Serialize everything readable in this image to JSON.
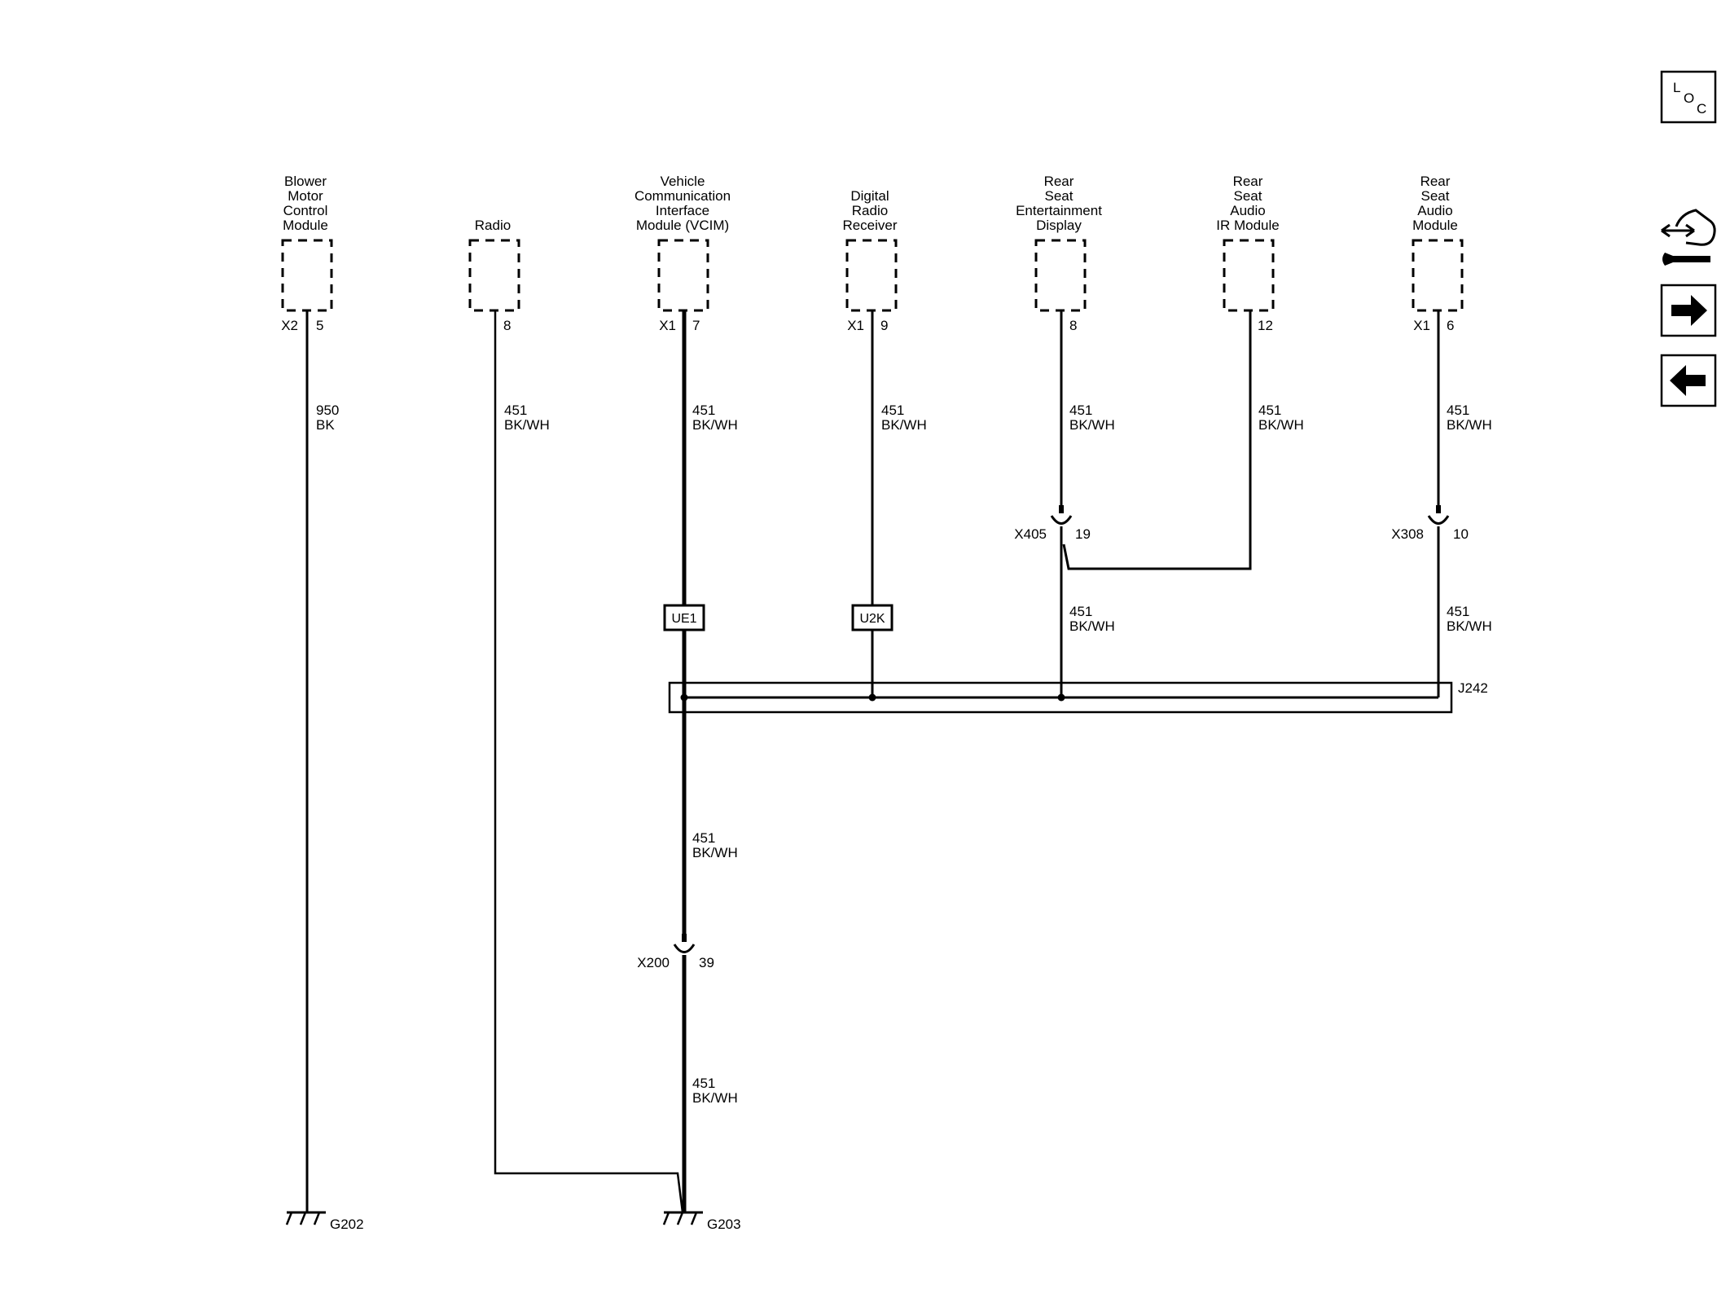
{
  "modules": [
    {
      "id": "bmcm",
      "label": [
        "Blower",
        "Motor",
        "Control",
        "Module"
      ],
      "connector": "X2",
      "pin": "5"
    },
    {
      "id": "radio",
      "label": [
        "Radio"
      ],
      "connector": "",
      "pin": "8"
    },
    {
      "id": "vcim",
      "label": [
        "Vehicle",
        "Communication",
        "Interface",
        "Module (VCIM)"
      ],
      "connector": "X1",
      "pin": "7"
    },
    {
      "id": "drr",
      "label": [
        "Digital",
        "Radio",
        "Receiver"
      ],
      "connector": "X1",
      "pin": "9"
    },
    {
      "id": "rsed",
      "label": [
        "Rear",
        "Seat",
        "Entertainment",
        "Display"
      ],
      "connector": "",
      "pin": "8"
    },
    {
      "id": "rsair",
      "label": [
        "Rear",
        "Seat",
        "Audio",
        "IR Module"
      ],
      "connector": "",
      "pin": "12"
    },
    {
      "id": "rsam",
      "label": [
        "Rear",
        "Seat",
        "Audio",
        "Module"
      ],
      "connector": "X1",
      "pin": "6"
    }
  ],
  "wire_labels": {
    "bmcm": [
      "950",
      "BK"
    ],
    "radio": [
      "451",
      "BK/WH"
    ],
    "vcim": [
      "451",
      "BK/WH"
    ],
    "drr": [
      "451",
      "BK/WH"
    ],
    "rsed": [
      "451",
      "BK/WH"
    ],
    "rsair": [
      "451",
      "BK/WH"
    ],
    "rsam": [
      "451",
      "BK/WH"
    ],
    "x405_out": [
      "451",
      "BK/WH"
    ],
    "x308_out": [
      "451",
      "BK/WH"
    ],
    "vcim_below_splice": [
      "451",
      "BK/WH"
    ],
    "vcim_below_x200": [
      "451",
      "BK/WH"
    ]
  },
  "inline_connectors": {
    "x405": {
      "name": "X405",
      "pin": "19"
    },
    "x308": {
      "name": "X308",
      "pin": "10"
    },
    "x200": {
      "name": "X200",
      "pin": "39"
    }
  },
  "boxes": {
    "ue1": "UE1",
    "u2k": "U2K"
  },
  "splice": "J242",
  "grounds": {
    "g202": "G202",
    "g203": "G203"
  },
  "side_icons": [
    "loc-icon",
    "tools-hand-icon",
    "next-arrow-icon",
    "prev-arrow-icon"
  ],
  "loc_letters": [
    "L",
    "O",
    "C"
  ]
}
